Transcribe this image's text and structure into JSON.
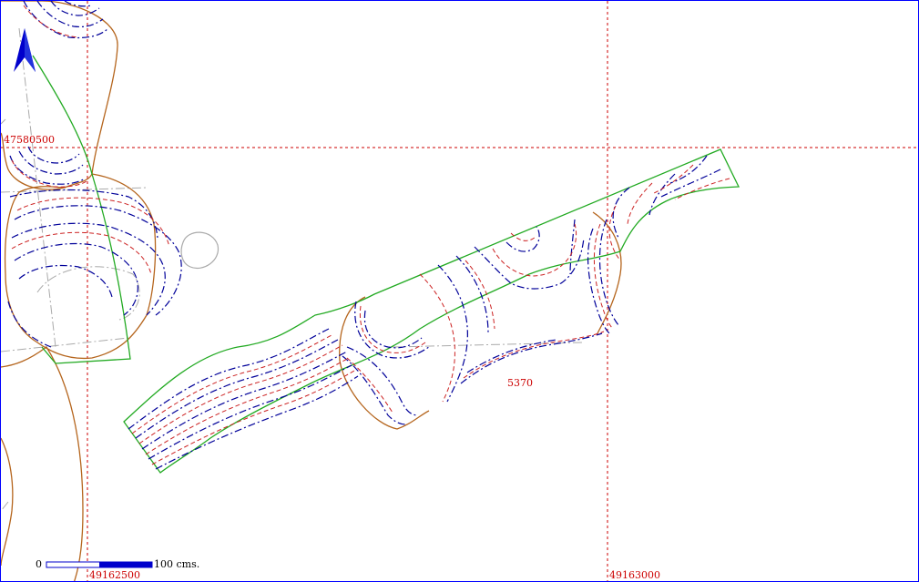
{
  "grid": {
    "y_label": "47580500",
    "x_labels": [
      "49162500",
      "49163000"
    ],
    "color": "#cc0000"
  },
  "contour_label": "5370",
  "scale_bar": {
    "start": "0",
    "end": "100 cms."
  },
  "colors": {
    "frame": "#0000ff",
    "north_arrow": "#0000cc",
    "contour_red": "#cc2222",
    "contour_blue": "#000099",
    "boundary_green": "#22aa22",
    "boundary_brown": "#b5651d",
    "gray": "#aaaaaa"
  },
  "icons": {
    "north_arrow": "north-arrow-icon"
  }
}
